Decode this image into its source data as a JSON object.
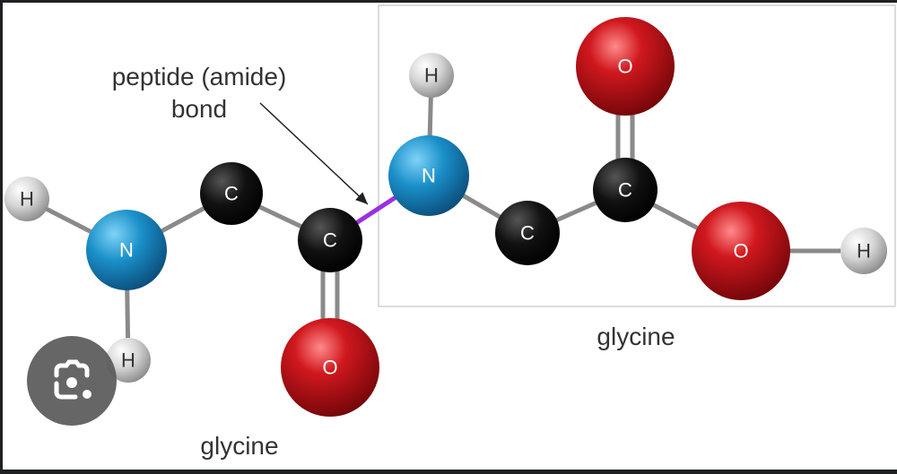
{
  "diagram": {
    "annotation_line1": "peptide (amide)",
    "annotation_line2": "bond",
    "label_left": "glycine",
    "label_right": "glycine",
    "atoms": {
      "h1": "H",
      "n1": "N",
      "h2": "H",
      "c1": "C",
      "c2": "C",
      "o1": "O",
      "n2": "N",
      "h3": "H",
      "c3": "C",
      "c4": "C",
      "o2": "O",
      "o3": "O",
      "h4": "H"
    },
    "colors": {
      "nitrogen": "#1a8fc9",
      "carbon": "#111111",
      "oxygen": "#c0141a",
      "hydrogen": "#cfcfcf",
      "peptide_bond": "#9b30e0"
    }
  },
  "overlay": {
    "lens_icon": "google-lens-icon"
  }
}
